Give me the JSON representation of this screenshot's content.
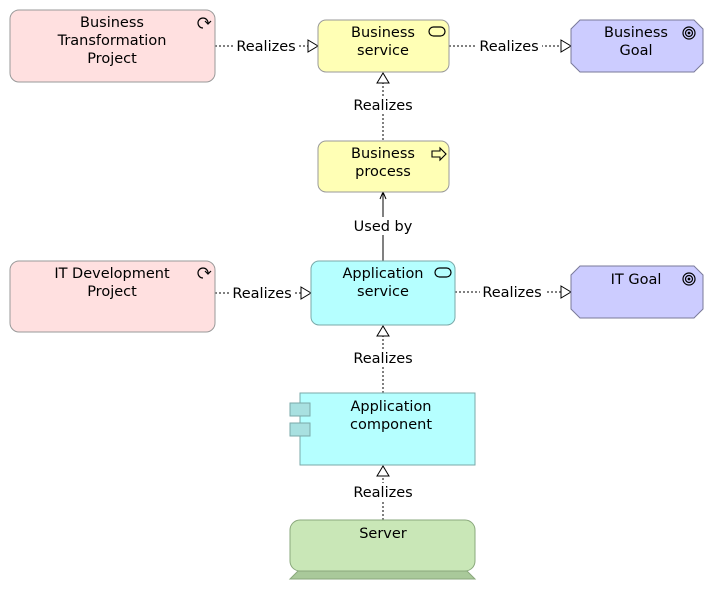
{
  "nodes": {
    "business_transformation_project": {
      "lines": [
        "Business",
        "Transformation",
        "Project"
      ],
      "icon": "work-package-icon",
      "fill": "#FFE0E0"
    },
    "business_service": {
      "lines": [
        "Business",
        "service"
      ],
      "icon": "service-icon",
      "fill": "#FFFFB5"
    },
    "business_goal": {
      "lines": [
        "Business",
        "Goal"
      ],
      "icon": "goal-target-icon",
      "fill": "#CCCCFF"
    },
    "business_process": {
      "lines": [
        "Business",
        "process"
      ],
      "icon": "process-arrow-icon",
      "fill": "#FFFFB5"
    },
    "it_development_project": {
      "lines": [
        "IT Development",
        "Project"
      ],
      "icon": "work-package-icon",
      "fill": "#FFE0E0"
    },
    "application_service": {
      "lines": [
        "Application",
        "service"
      ],
      "icon": "service-icon",
      "fill": "#B5FFFF"
    },
    "it_goal": {
      "lines": [
        "IT Goal"
      ],
      "icon": "goal-target-icon",
      "fill": "#CCCCFF"
    },
    "application_component": {
      "lines": [
        "Application",
        "component"
      ],
      "icon": "component-icon",
      "fill": "#B5FFFF"
    },
    "server": {
      "lines": [
        "Server"
      ],
      "icon": "node-icon",
      "fill": "#C9E7B7"
    }
  },
  "edges": {
    "btp_to_bs": {
      "label": "Realizes"
    },
    "bs_to_bg": {
      "label": "Realizes"
    },
    "bp_to_bs": {
      "label": "Realizes"
    },
    "as_to_bp": {
      "label": "Used by"
    },
    "itdp_to_as": {
      "label": "Realizes"
    },
    "as_to_itg": {
      "label": "Realizes"
    },
    "ac_to_as": {
      "label": "Realizes"
    },
    "srv_to_ac": {
      "label": "Realizes"
    }
  }
}
